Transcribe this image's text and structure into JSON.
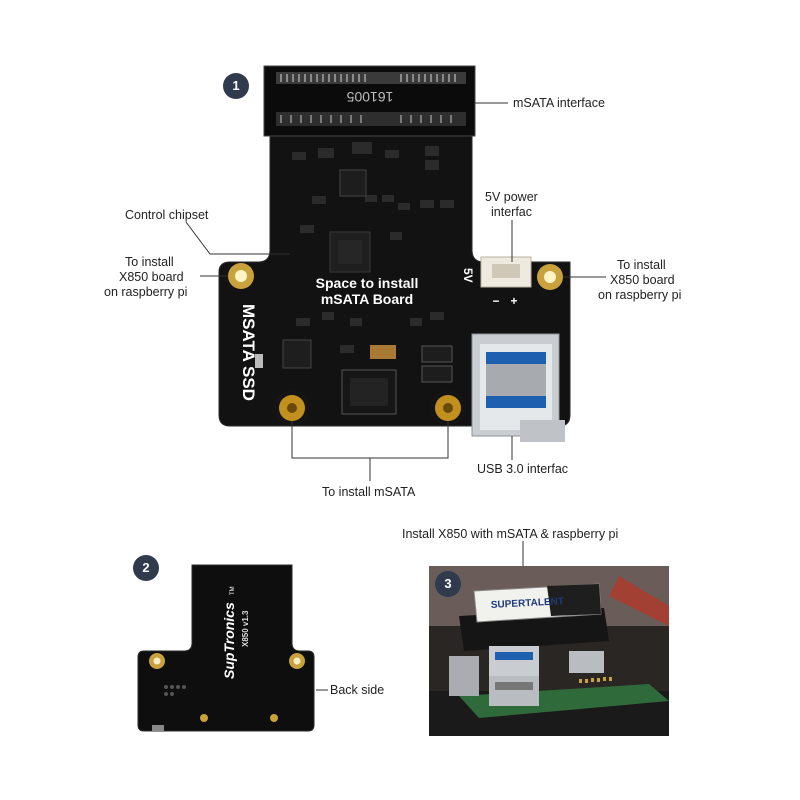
{
  "steps": [
    {
      "number": "1"
    },
    {
      "number": "2"
    },
    {
      "number": "3"
    }
  ],
  "callouts": {
    "msata_interface": "mSATA interface",
    "power_line1": "5V power",
    "power_line2": "interfac",
    "control_chipset": "Control chipset",
    "install_left_line1": "To install",
    "install_left_line2": "X850 board",
    "install_left_line3": "on raspberry pi",
    "install_right_line1": "To install",
    "install_right_line2": "X850 board",
    "install_right_line3": "on raspberry pi",
    "usb": "USB 3.0 interfac",
    "install_msata": "To install mSATA",
    "back_side": "Back side",
    "install_photo": "Install X850 with mSATA & raspberry pi"
  },
  "board_front": {
    "space_line1": "Space to install",
    "space_line2": "mSATA Board",
    "side_text": "MSATA SSD",
    "connector_code": "161005",
    "power_silk": "5V",
    "power_minus": "−",
    "power_plus": "+"
  },
  "board_back": {
    "brand": "SupTronics",
    "trademark": "TM",
    "model": "X850 v1.3"
  },
  "photo": {
    "ssd_brand": "SUPERTALENT"
  }
}
